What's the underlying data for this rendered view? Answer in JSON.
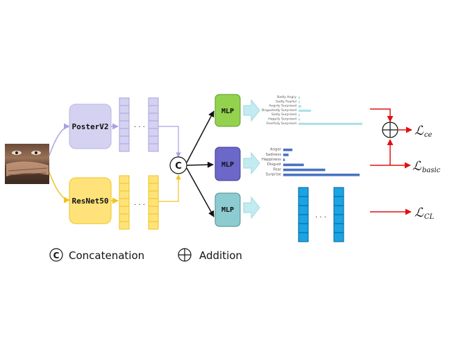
{
  "blocks": {
    "poster": "PosterV2",
    "resnet": "ResNet50",
    "mlp1": "MLP",
    "mlp2": "MLP",
    "mlp3": "MLP",
    "concat_symbol": "C",
    "ellipsis": "· · ·"
  },
  "compound_chart": {
    "labels": [
      "Badly Angry",
      "Sadly Fearful",
      "Angrily Surprised",
      "Disgustedly Surprised",
      "Sadly Surprised",
      "Happily Surprised",
      "Fearfully Surprised"
    ],
    "values": [
      0.02,
      0.02,
      0.04,
      0.18,
      0.02,
      0.02,
      0.92
    ],
    "color": "#a9dfe6"
  },
  "basic_chart": {
    "labels": [
      "Anger",
      "Sadness",
      "Happiness",
      "Disgust",
      "Fear",
      "Surprise"
    ],
    "values": [
      0.12,
      0.07,
      0.02,
      0.27,
      0.55,
      1.0
    ],
    "color": "#4a72c0"
  },
  "losses": {
    "ce_main": "ℒ",
    "ce_sub": "ce",
    "basic_main": "ℒ",
    "basic_sub": "basic",
    "cl_main": "ℒ",
    "cl_sub": "CL"
  },
  "legend": {
    "concat_symbol": "C",
    "concat_label": "Concatenation",
    "addition_label": "Addition"
  },
  "colors": {
    "poster_fill": "#d4d2f0",
    "resnet_fill": "#ffe37a",
    "mlp1_fill": "#93d24e",
    "mlp2_fill": "#6b68c9",
    "mlp3_fill": "#8ccbd0",
    "feature_blue": "#1aa4e6",
    "loss_arrow": "#e01010"
  }
}
